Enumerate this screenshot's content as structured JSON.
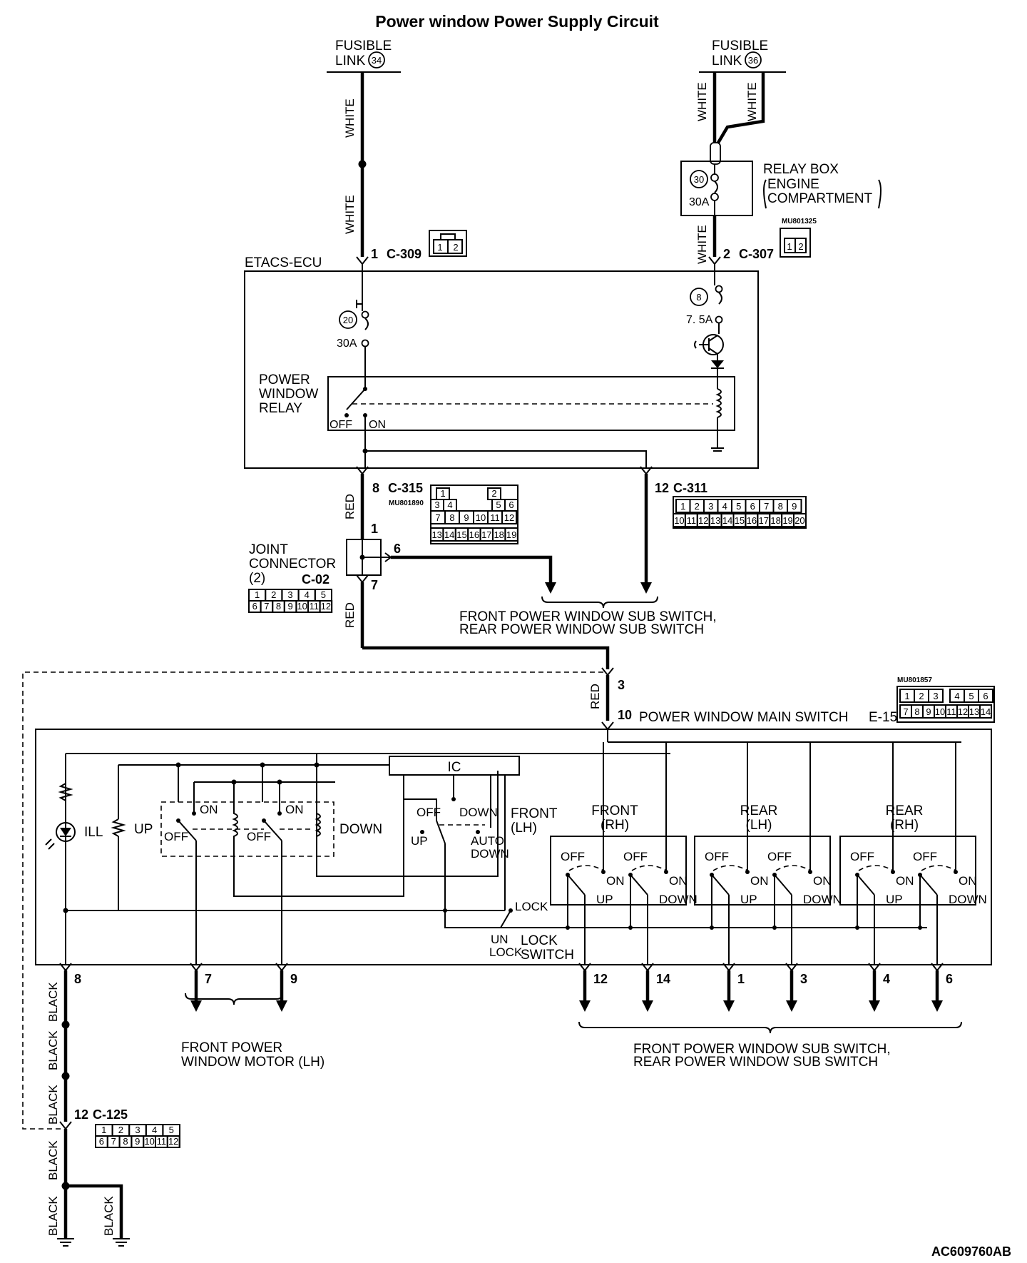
{
  "title": "Power window Power Supply Circuit",
  "figure_id": "AC609760AB",
  "fusible_links": {
    "left": {
      "line1": "FUSIBLE",
      "line2": "LINK",
      "number": "34"
    },
    "right": {
      "line1": "FUSIBLE",
      "line2": "LINK",
      "number": "36"
    }
  },
  "wire_colors": {
    "white": "WHITE",
    "red": "RED",
    "black": "BLACK"
  },
  "relay_box": {
    "line1": "RELAY BOX",
    "line2": "ENGINE",
    "line3": "COMPARTMENT",
    "fuse_number": "30",
    "fuse_rating": "30A"
  },
  "etacs": {
    "label": "ETACS-ECU",
    "fuse_left_number": "20",
    "fuse_left_rating": "30A",
    "fuse_right_number": "8",
    "fuse_right_rating": "7. 5A",
    "relay_line1": "POWER",
    "relay_line2": "WINDOW",
    "relay_line3": "RELAY",
    "relay_off": "OFF",
    "relay_on": "ON"
  },
  "connectors": {
    "c309": {
      "pin": "1",
      "name": "C-309",
      "cells": [
        "1",
        "2"
      ]
    },
    "c307": {
      "pin": "2",
      "name": "C-307",
      "code": "MU801325",
      "cells": [
        "1",
        "2"
      ]
    },
    "c315": {
      "pin": "8",
      "name": "C-315",
      "code": "MU801890",
      "row1": [
        "1",
        "2"
      ],
      "row2": [
        "3",
        "4",
        "5",
        "6"
      ],
      "row3": [
        "7",
        "8",
        "9",
        "10",
        "11",
        "12"
      ],
      "row4": [
        "13",
        "14",
        "15",
        "16",
        "17",
        "18",
        "19"
      ]
    },
    "c311": {
      "pin": "12",
      "name": "C-311",
      "row1": [
        "1",
        "2",
        "3",
        "4",
        "5",
        "6",
        "7",
        "8",
        "9"
      ],
      "row2": [
        "10",
        "11",
        "12",
        "13",
        "14",
        "15",
        "16",
        "17",
        "18",
        "19",
        "20"
      ]
    },
    "c02": {
      "name": "C-02",
      "row1": [
        "1",
        "2",
        "3",
        "4",
        "5"
      ],
      "row2": [
        "6",
        "7",
        "8",
        "9",
        "10",
        "11",
        "12"
      ]
    },
    "e15": {
      "code": "MU801857",
      "row1": [
        "1",
        "2",
        "3",
        "4",
        "5",
        "6"
      ],
      "row2": [
        "7",
        "8",
        "9",
        "10",
        "11",
        "12",
        "13",
        "14"
      ]
    },
    "c125": {
      "pin": "12",
      "name": "C-125",
      "row1": [
        "1",
        "2",
        "3",
        "4",
        "5"
      ],
      "row2": [
        "6",
        "7",
        "8",
        "9",
        "10",
        "11",
        "12"
      ]
    }
  },
  "joint_connector": {
    "line1": "JOINT",
    "line2": "CONNECTOR",
    "line3": "(2)",
    "pin_in": "1",
    "pin_out1": "6",
    "pin_out2": "7"
  },
  "sub_switch_note": {
    "line1": "FRONT POWER WINDOW SUB SWITCH,",
    "line2": "REAR POWER WINDOW SUB SWITCH"
  },
  "main_switch": {
    "pin_in_top": "3",
    "pin_in": "10",
    "label": "POWER WINDOW MAIN SWITCH",
    "name": "E-15",
    "ic": "IC",
    "ill": "ILL",
    "up": "UP",
    "down": "DOWN",
    "on": "ON",
    "off": "OFF",
    "auto_line1": "AUTO",
    "auto_line2": "DOWN",
    "front_lh_line1": "FRONT",
    "front_lh_line2": "(LH)",
    "front_rh_line1": "FRONT",
    "front_rh_line2": "(RH)",
    "rear_lh_line1": "REAR",
    "rear_lh_line2": "(LH)",
    "rear_rh_line1": "REAR",
    "rear_rh_line2": "(RH)",
    "lock": "LOCK",
    "unlock_line1": "UN",
    "unlock_line2": "LOCK",
    "lock_switch_line1": "LOCK",
    "lock_switch_line2": "SWITCH"
  },
  "output_pins": {
    "ground": "8",
    "motor_a": "7",
    "motor_b": "9",
    "fr_up": "12",
    "fr_down": "14",
    "rl_up": "1",
    "rl_down": "3",
    "rr_up": "4",
    "rr_down": "6"
  },
  "front_motor_note": {
    "line1": "FRONT POWER",
    "line2": "WINDOW MOTOR (LH)"
  }
}
